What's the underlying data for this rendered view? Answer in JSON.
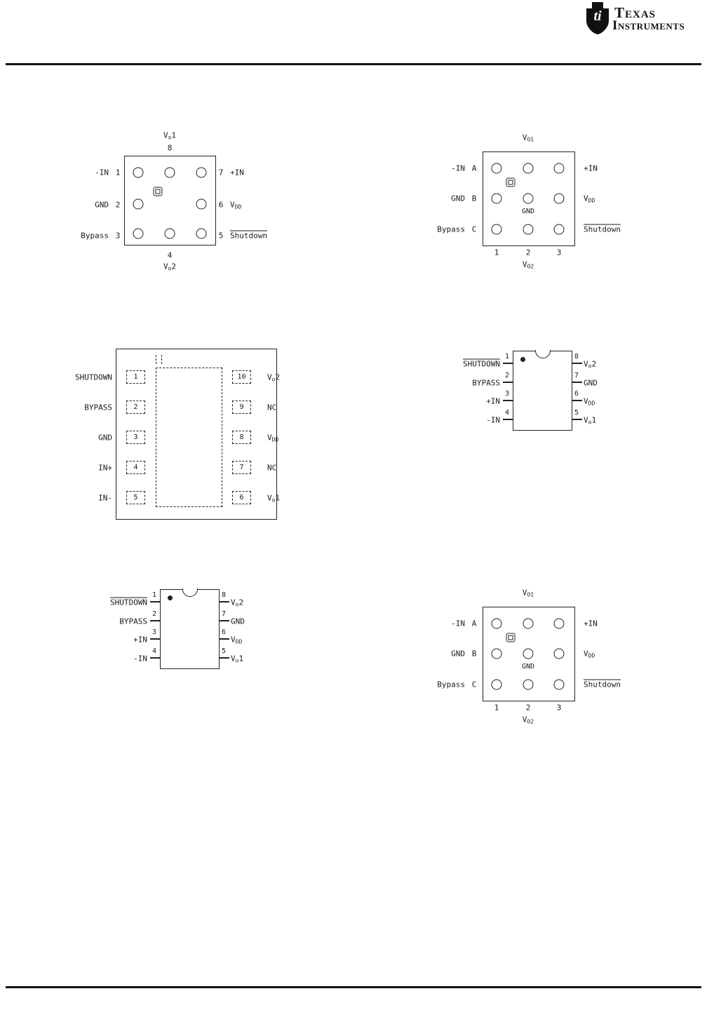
{
  "logo": {
    "emblem_text": "ti",
    "line1": "Texas",
    "line2": "Instruments"
  },
  "dsbga8": {
    "top_name": {
      "base": "V",
      "sub": "o",
      "tail": "1"
    },
    "top_pin": "8",
    "bottom_pin": "4",
    "bottom_name": {
      "base": "V",
      "sub": "o",
      "tail": "2"
    },
    "left": [
      {
        "label": "-IN",
        "pin": "1"
      },
      {
        "label": "GND",
        "pin": "2"
      },
      {
        "label": "Bypass",
        "pin": "3"
      }
    ],
    "right": [
      {
        "pin": "7",
        "label": "+IN"
      },
      {
        "pin": "6",
        "base": "V",
        "sub": "DD"
      },
      {
        "pin": "5",
        "label": "Shutdown"
      }
    ]
  },
  "bga9": {
    "top_name": {
      "base": "V",
      "sub": "O1"
    },
    "bottom_name": {
      "base": "V",
      "sub": "O2"
    },
    "center_label": "GND",
    "rows": [
      {
        "label": "-IN",
        "id": "A"
      },
      {
        "label": "GND",
        "id": "B"
      },
      {
        "label": "Bypass",
        "id": "C"
      }
    ],
    "cols": [
      "1",
      "2",
      "3"
    ],
    "right": [
      {
        "label": "+IN"
      },
      {
        "base": "V",
        "sub": "DD"
      },
      {
        "label": "Shutdown"
      }
    ]
  },
  "vssop10": {
    "left": [
      {
        "label": "SHUTDOWN",
        "pin": "1"
      },
      {
        "label": "BYPASS",
        "pin": "2"
      },
      {
        "label": "GND",
        "pin": "3"
      },
      {
        "label": "IN+",
        "pin": "4"
      },
      {
        "label": "IN-",
        "pin": "5"
      }
    ],
    "right": [
      {
        "pin": "10",
        "base": "V",
        "sub": "o",
        "tail": "2"
      },
      {
        "pin": "9",
        "label": "NC"
      },
      {
        "pin": "8",
        "base": "V",
        "sub": "DD"
      },
      {
        "pin": "7",
        "label": "NC"
      },
      {
        "pin": "6",
        "base": "V",
        "sub": "o",
        "tail": "1"
      }
    ]
  },
  "soic8": {
    "left": [
      {
        "pin": "1",
        "label": "SHUTDOWN"
      },
      {
        "pin": "2",
        "label": "BYPASS"
      },
      {
        "pin": "3",
        "label": "+IN"
      },
      {
        "pin": "4",
        "label": "-IN"
      }
    ],
    "right": [
      {
        "pin": "8",
        "base": "V",
        "sub": "o",
        "tail": "2"
      },
      {
        "pin": "7",
        "label": "GND"
      },
      {
        "pin": "6",
        "base": "V",
        "sub": "DD"
      },
      {
        "pin": "5",
        "base": "V",
        "sub": "o",
        "tail": "1"
      }
    ]
  }
}
